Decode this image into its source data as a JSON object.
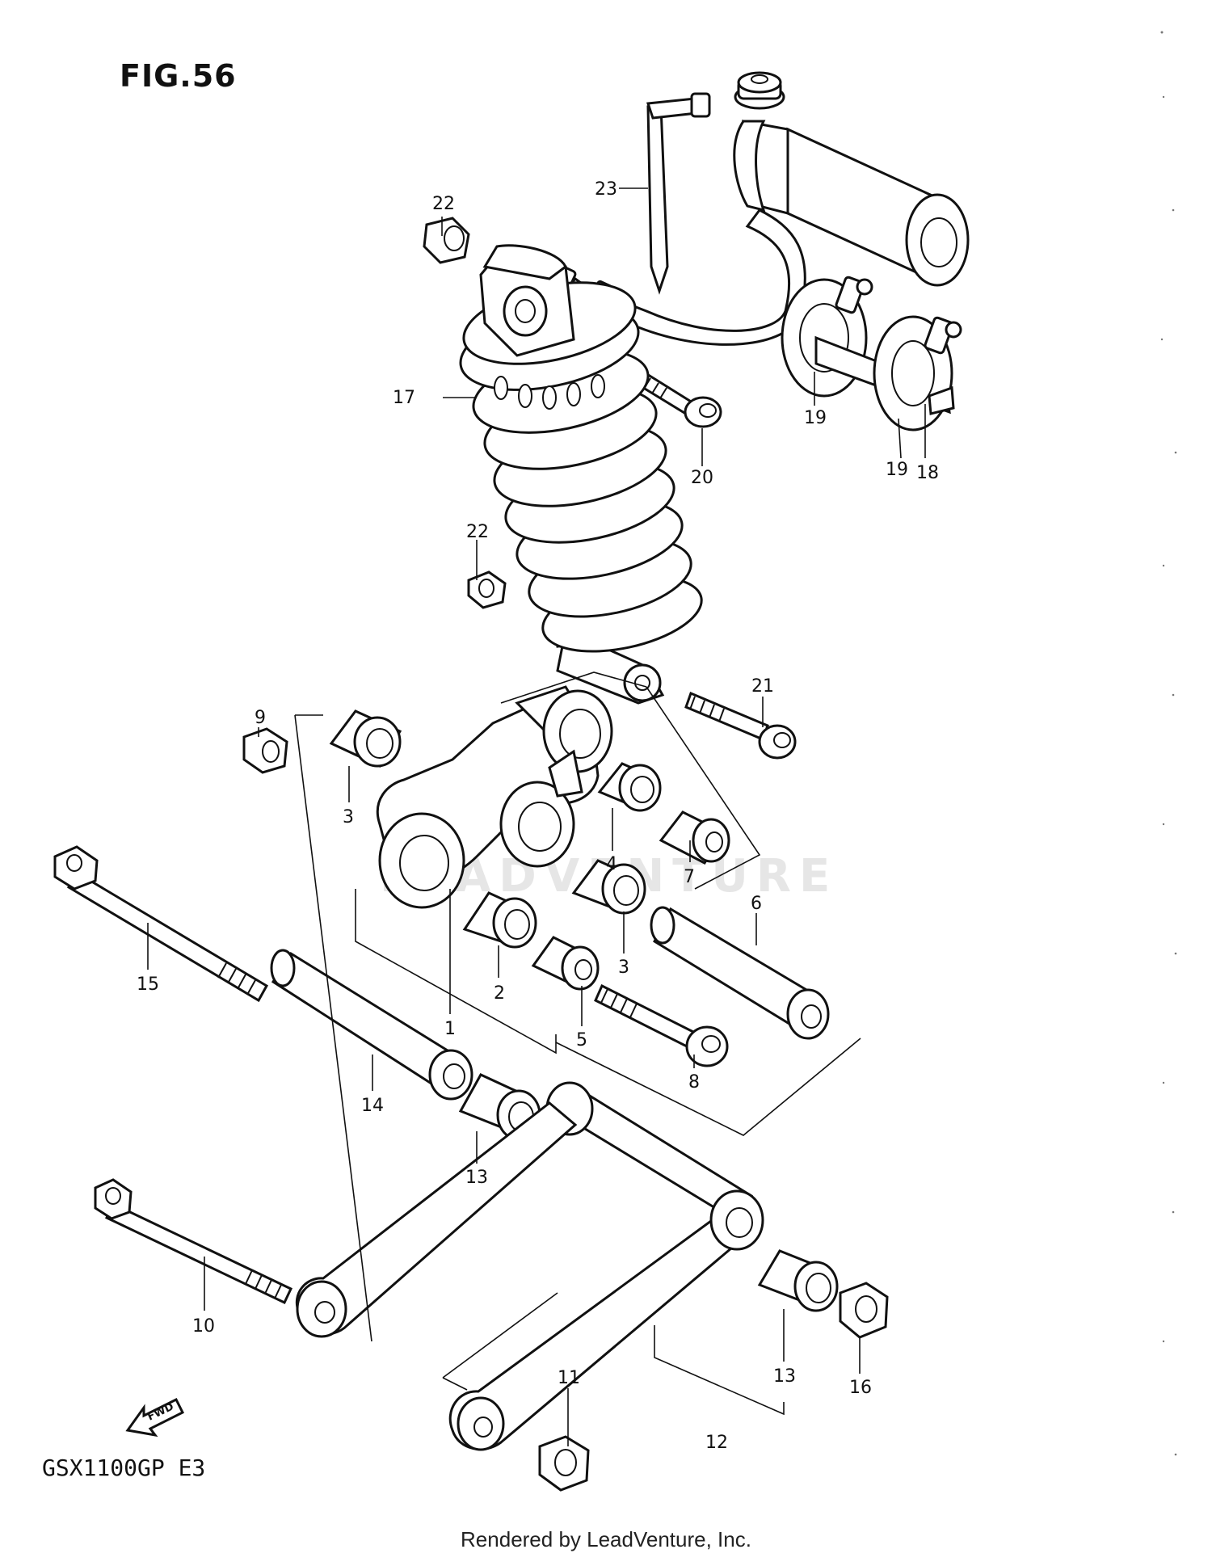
{
  "figure": {
    "title": "FIG.56",
    "model_code": "GSX1100GP  E3",
    "watermark": "LEADVENTURE",
    "footer": "Rendered by LeadVenture, Inc.",
    "fwd_label": "FWD"
  },
  "callouts": {
    "c1": "1",
    "c2": "2",
    "c3a": "3",
    "c3b": "3",
    "c4": "4",
    "c5": "5",
    "c6": "6",
    "c7": "7",
    "c8": "8",
    "c9": "9",
    "c10": "10",
    "c11": "11",
    "c12": "12",
    "c13a": "13",
    "c13b": "13",
    "c14": "14",
    "c15": "15",
    "c16": "16",
    "c17": "17",
    "c18": "18",
    "c19a": "19",
    "c19b": "19",
    "c20": "20",
    "c21": "21",
    "c22a": "22",
    "c22b": "22",
    "c23": "23"
  }
}
